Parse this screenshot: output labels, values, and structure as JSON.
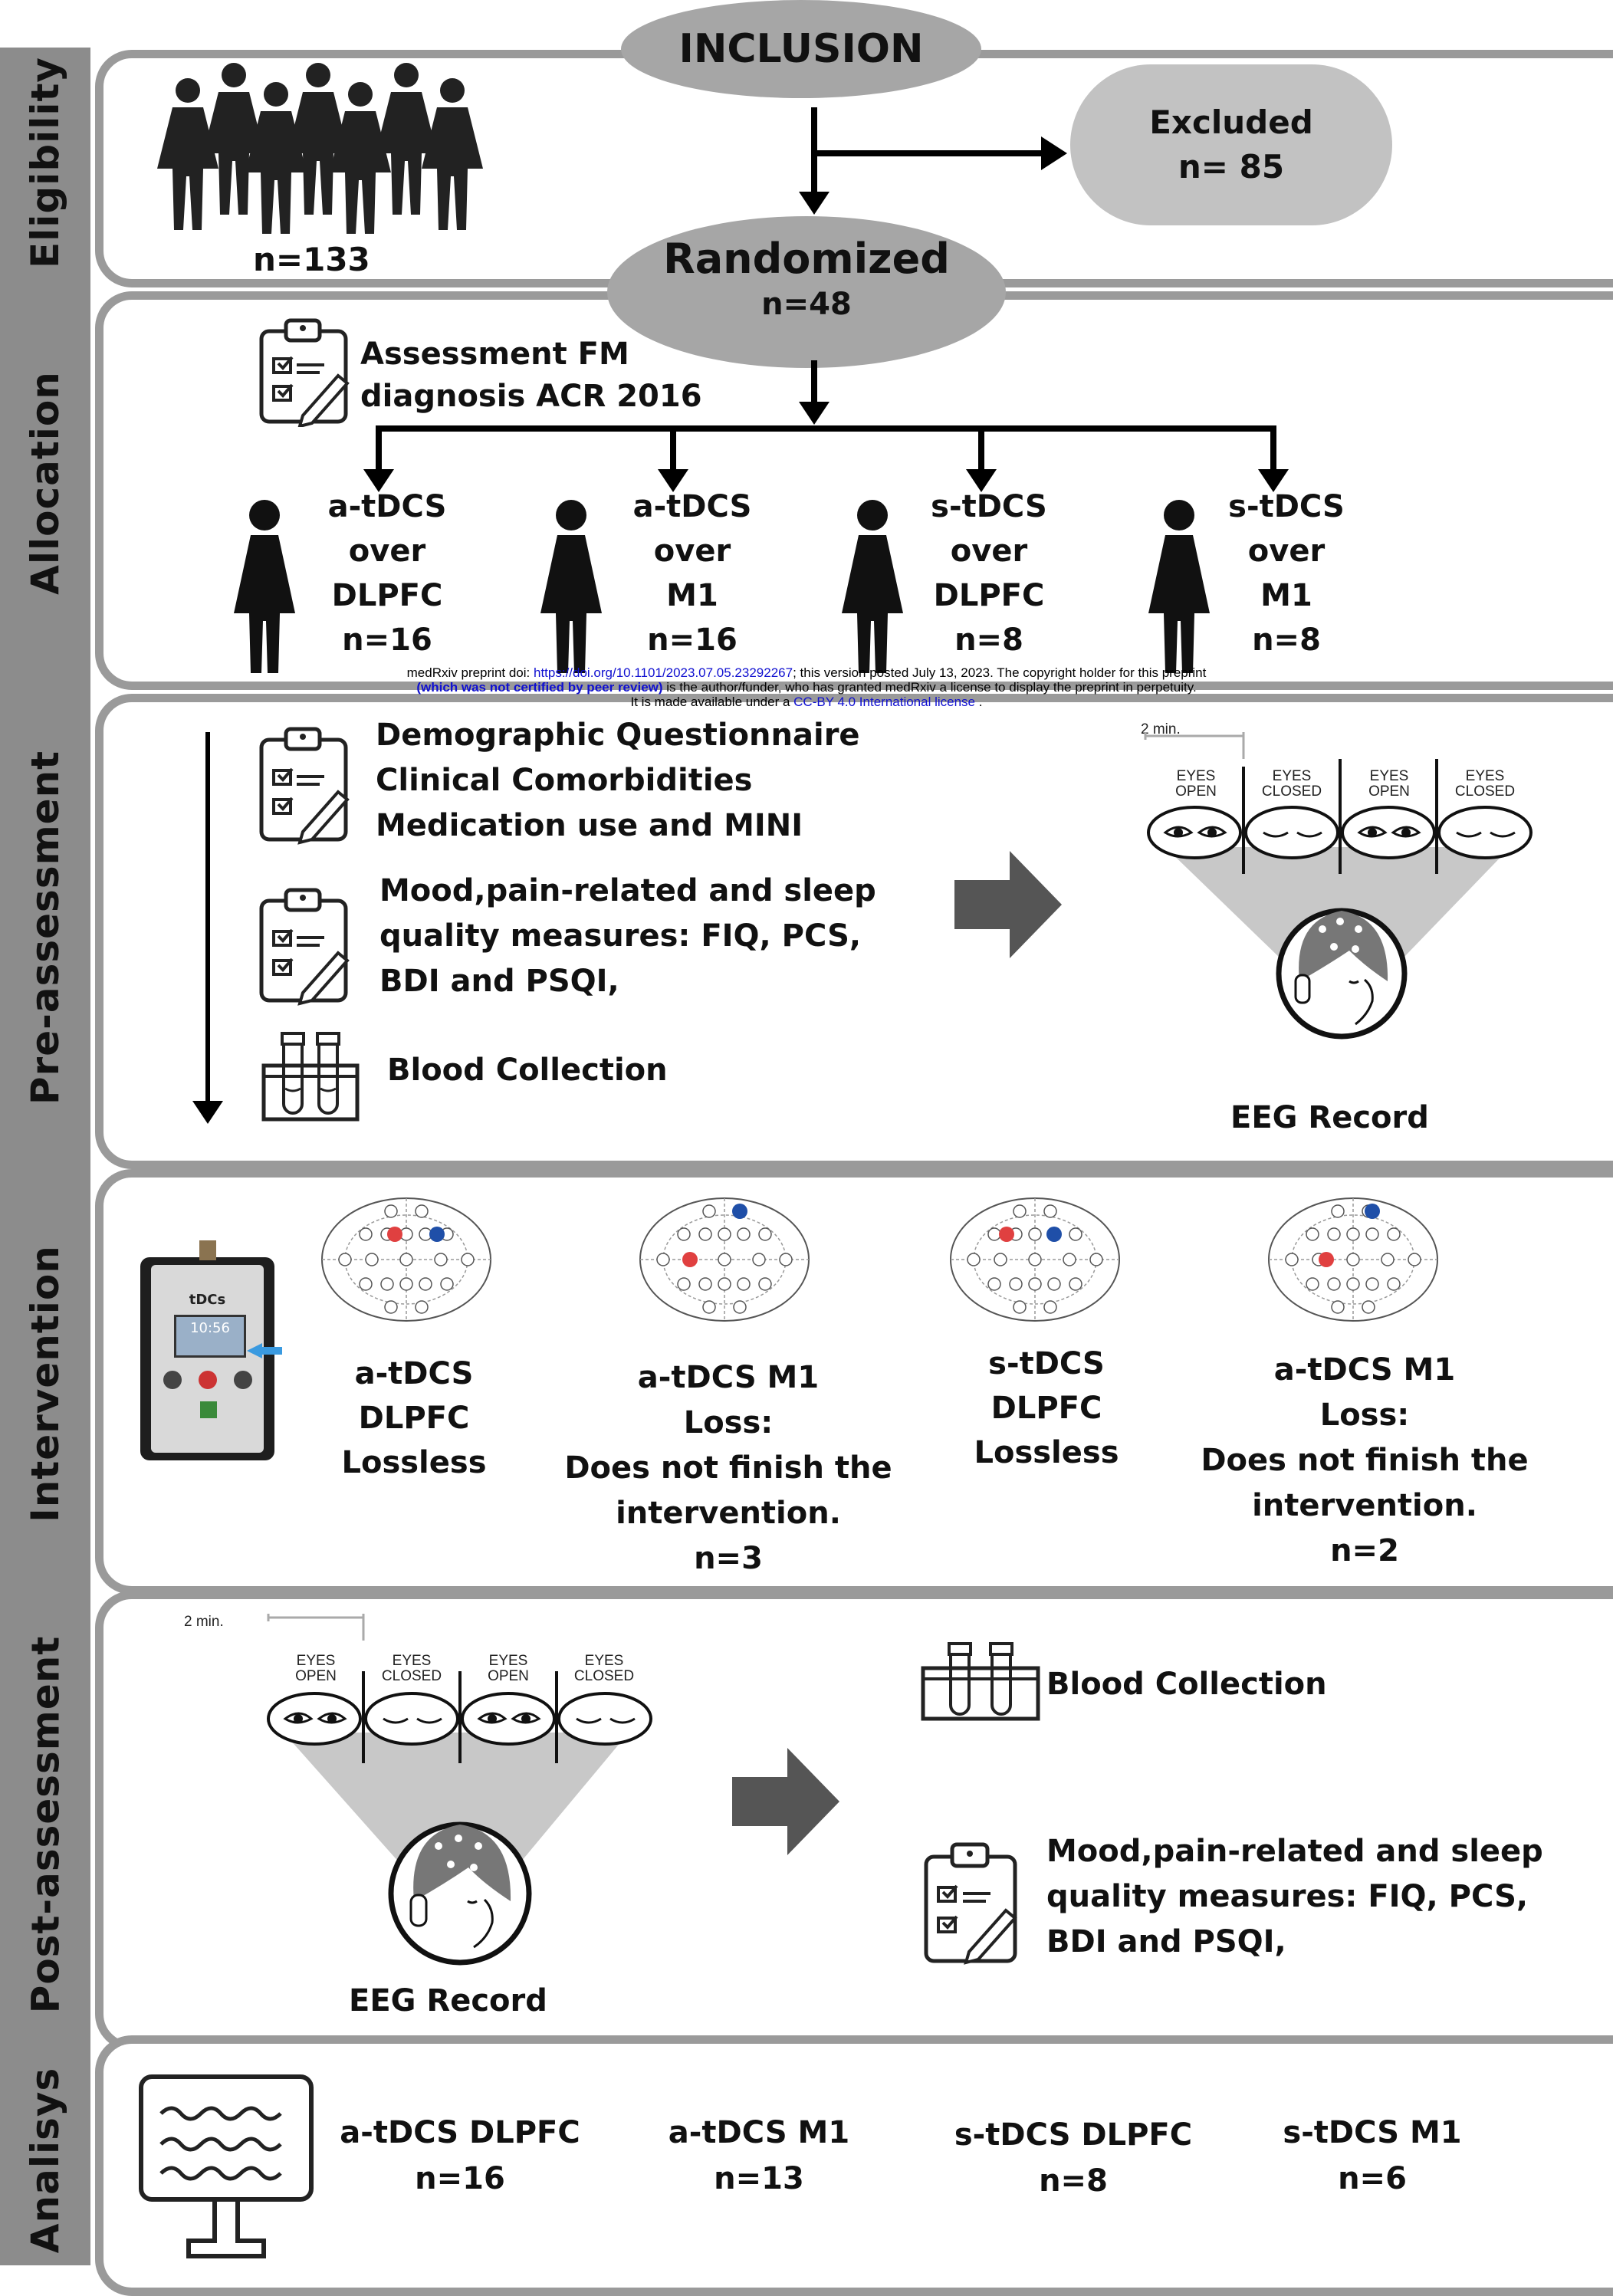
{
  "sections": {
    "eligibility": "Eligibility",
    "allocation": "Allocation",
    "pre_assessment": "Pre-assessment",
    "intervention": "Intervention",
    "post_assessment": "Post-assessment",
    "analysis": "Analisys"
  },
  "eligibility": {
    "inclusion": "INCLUSION",
    "n_total": "n=133",
    "excluded_label": "Excluded",
    "excluded_n": "n= 85",
    "randomized_label": "Randomized",
    "randomized_n": "n=48"
  },
  "allocation": {
    "assessment_line1": "Assessment FM",
    "assessment_line2": "diagnosis ACR 2016",
    "groups": [
      {
        "l1": "a-tDCS",
        "l2": "over",
        "l3": "DLPFC",
        "n": "n=16"
      },
      {
        "l1": "a-tDCS",
        "l2": "over",
        "l3": "M1",
        "n": "n=16"
      },
      {
        "l1": "s-tDCS",
        "l2": "over",
        "l3": "DLPFC",
        "n": "n=8"
      },
      {
        "l1": "s-tDCS",
        "l2": "over",
        "l3": "M1",
        "n": "n=8"
      }
    ]
  },
  "preprint": {
    "l1_a": "medRxiv preprint doi: ",
    "doi": "https://doi.org/10.1101/2023.07.05.23292267",
    "l1_b": "; this version posted July 13, 2023. The copyright holder for this preprint",
    "l2_a": "(which was not certified by peer review)",
    "l2_b": " is the author/funder, who has granted medRxiv a license to display the preprint in perpetuity.",
    "l3_a": "It is made available under a ",
    "license": "CC-BY 4.0 International license",
    "l3_b": " ."
  },
  "pre": {
    "q1": "Demographic Questionnaire",
    "q2": "Clinical Comorbidities",
    "q3": "Medication use and MINI",
    "m1": "Mood,pain-related and sleep",
    "m2": "quality measures: FIQ, PCS,",
    "m3": "BDI and PSQI,",
    "blood": "Blood Collection",
    "eeg": "EEG Record",
    "duration": "2 min.",
    "eye_labels": [
      "EYES\nOPEN",
      "EYES\nCLOSED",
      "EYES\nOPEN",
      "EYES\nCLOSED"
    ]
  },
  "intervention": {
    "device_title": "tDCs",
    "device_display": "10:56",
    "g1": [
      "a-tDCS",
      "DLPFC",
      "Lossless"
    ],
    "g2": [
      "a-tDCS M1",
      "Loss:",
      "Does not finish the",
      "intervention.",
      "n=3"
    ],
    "g3": [
      "s-tDCS",
      "DLPFC",
      "Lossless"
    ],
    "g4": [
      "a-tDCS M1",
      "Loss:",
      "Does not finish the",
      "intervention.",
      "n=2"
    ]
  },
  "post": {
    "duration": "2 min.",
    "eye_labels": [
      "EYES\nOPEN",
      "EYES\nCLOSED",
      "EYES\nOPEN",
      "EYES\nCLOSED"
    ],
    "eeg": "EEG Record",
    "blood": "Blood Collection",
    "m1": "Mood,pain-related and sleep",
    "m2": "quality measures: FIQ, PCS,",
    "m3": "BDI and PSQI,"
  },
  "analysis": {
    "groups": [
      {
        "label": "a-tDCS DLPFC",
        "n": "n=16"
      },
      {
        "label": "a-tDCS M1",
        "n": "n=13"
      },
      {
        "label": "s-tDCS DLPFC",
        "n": "n=8"
      },
      {
        "label": "s-tDCS M1",
        "n": "n=6"
      }
    ]
  },
  "colors": {
    "panel_border": "#9a9a9a",
    "sidebar": "#8c8c8c",
    "pill": "#a6a6a6",
    "arrow_gray": "#555555",
    "electrode_red": "#e04040",
    "electrode_blue": "#1f4fa8"
  }
}
